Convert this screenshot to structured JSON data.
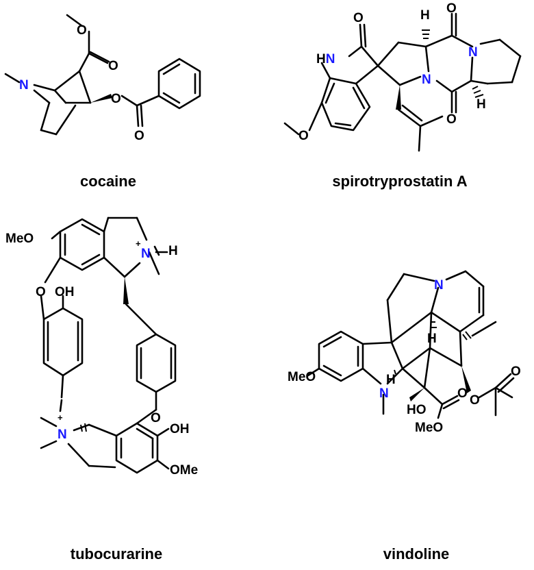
{
  "molecules": [
    {
      "name": "cocaine"
    },
    {
      "name": "spirotryprostatin A"
    },
    {
      "name": "tubocurarine"
    },
    {
      "name": "vindoline"
    }
  ],
  "atom_labels": {
    "N": "N",
    "HN": "HN",
    "H": "H",
    "O": "O",
    "OH": "OH",
    "HO": "HO",
    "MeO": "MeO",
    "OMe": "OMe",
    "plus": "+"
  },
  "colors": {
    "bond": "#000000",
    "nitrogen": "#1a1aff"
  }
}
